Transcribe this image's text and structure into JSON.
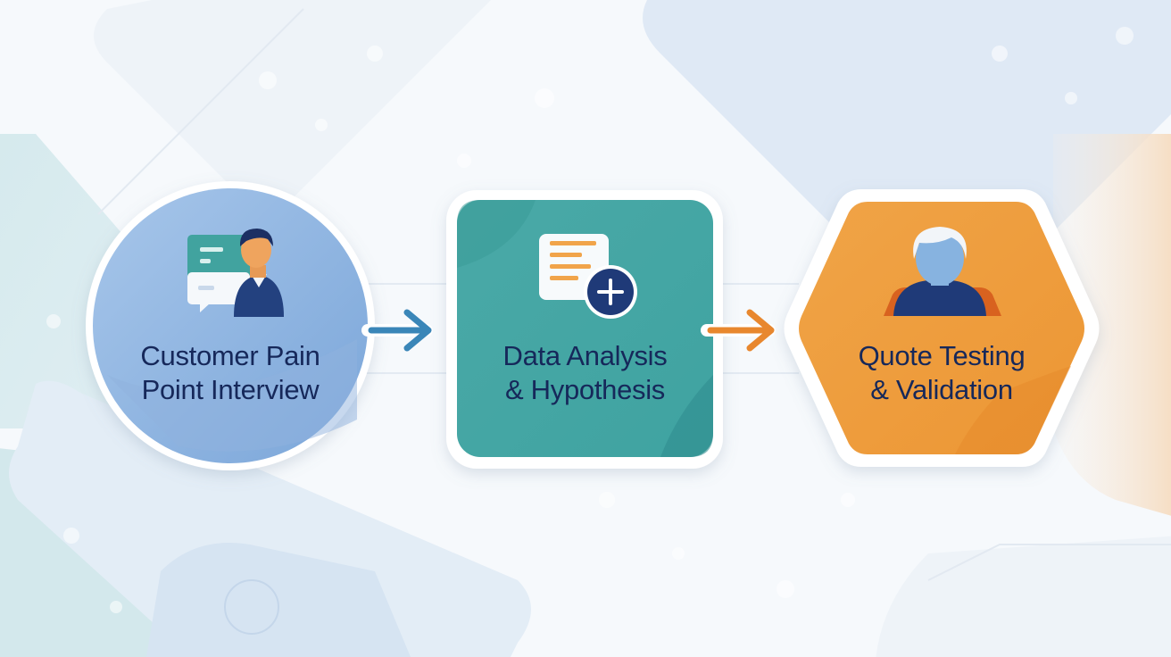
{
  "diagram": {
    "steps": [
      {
        "id": "interview",
        "line1": "Customer Pain",
        "line2": "Point Interview",
        "shape": "circle",
        "color": "#8bb3e0",
        "icon": "interviewer-icon"
      },
      {
        "id": "analysis",
        "line1": "Data Analysis",
        "line2": "& Hypothesis",
        "shape": "rounded-square",
        "color": "#45aaa6",
        "icon": "document-add-icon"
      },
      {
        "id": "testing",
        "line1": "Quote Testing",
        "line2": "& Validation",
        "shape": "hexagon",
        "color": "#ee9a3c",
        "icon": "customer-avatar-icon"
      }
    ],
    "connectors": [
      {
        "from": "interview",
        "to": "analysis",
        "color": "#3a86b8",
        "icon": "arrow-right-icon"
      },
      {
        "from": "analysis",
        "to": "testing",
        "color": "#e8872e",
        "icon": "arrow-right-icon"
      }
    ],
    "colors": {
      "background": "#f6f9fc",
      "text": "#16285a",
      "navy": "#1f3a78"
    }
  }
}
